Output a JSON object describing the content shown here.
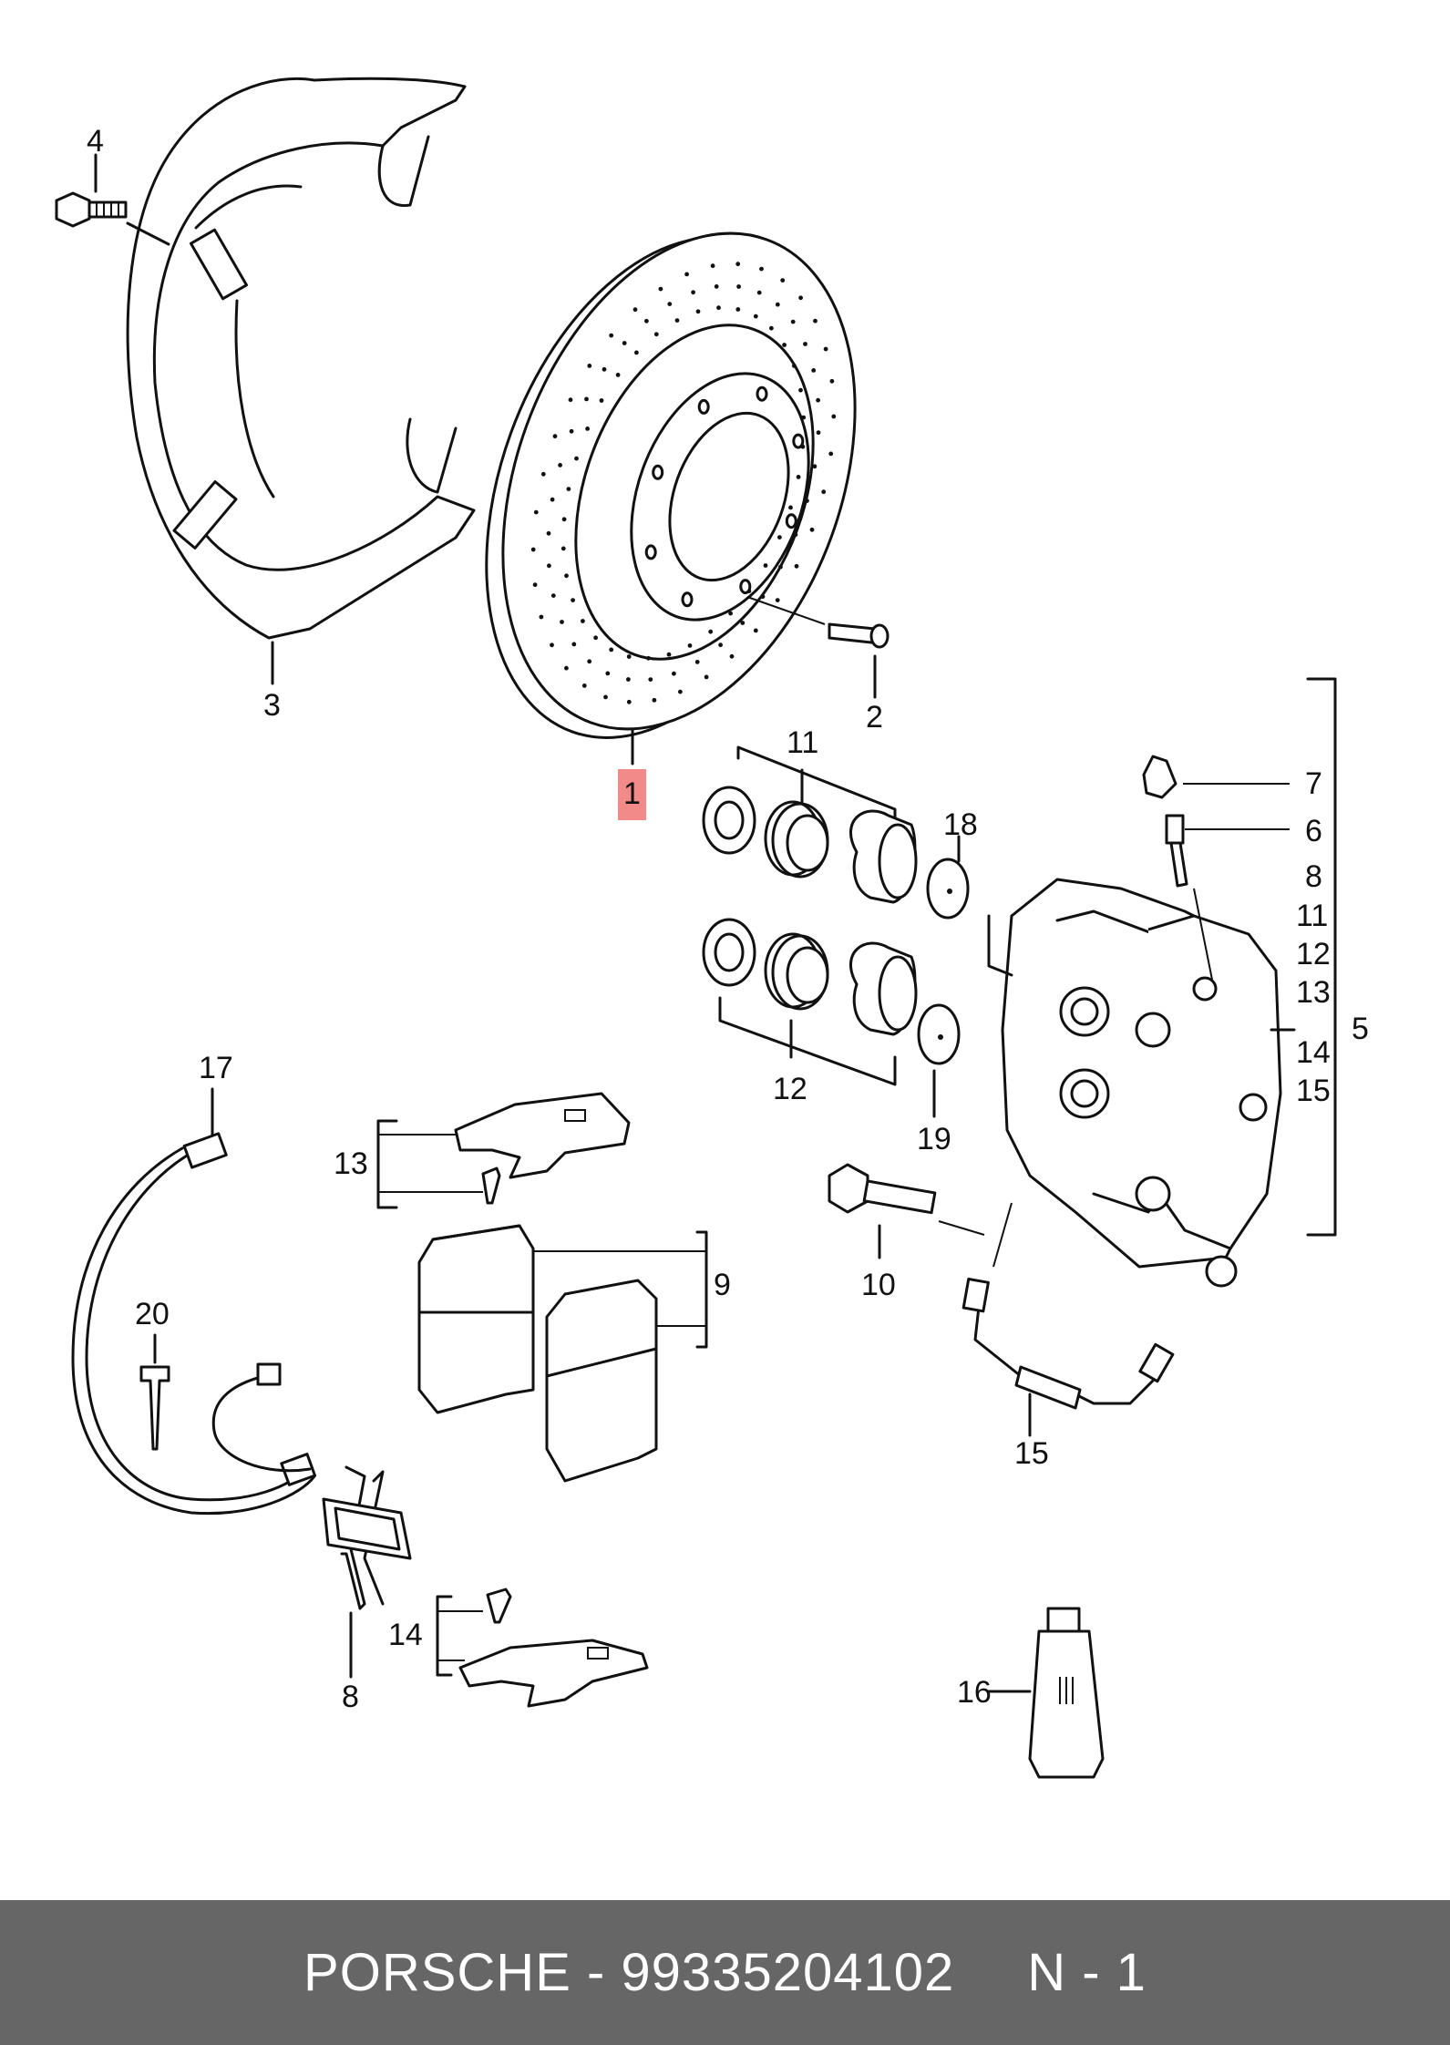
{
  "callouts": {
    "c1": "1",
    "c2": "2",
    "c3": "3",
    "c4": "4",
    "c5": "5",
    "c6": "6",
    "c7": "7",
    "c8a": "8",
    "c8b": "8",
    "c9": "9",
    "c10": "10",
    "c11a": "11",
    "c11b": "11",
    "c12a": "12",
    "c12b": "12",
    "c13a": "13",
    "c13b": "13",
    "c14a": "14",
    "c14b": "14",
    "c15a": "15",
    "c15b": "15",
    "c16": "16",
    "c17": "17",
    "c18": "18",
    "c19": "19",
    "c20": "20"
  },
  "highlight_color": "#f28a8a",
  "footer": {
    "brand_part": "PORSCHE - 99335204102",
    "page": "N - 1",
    "background": "#666666"
  }
}
